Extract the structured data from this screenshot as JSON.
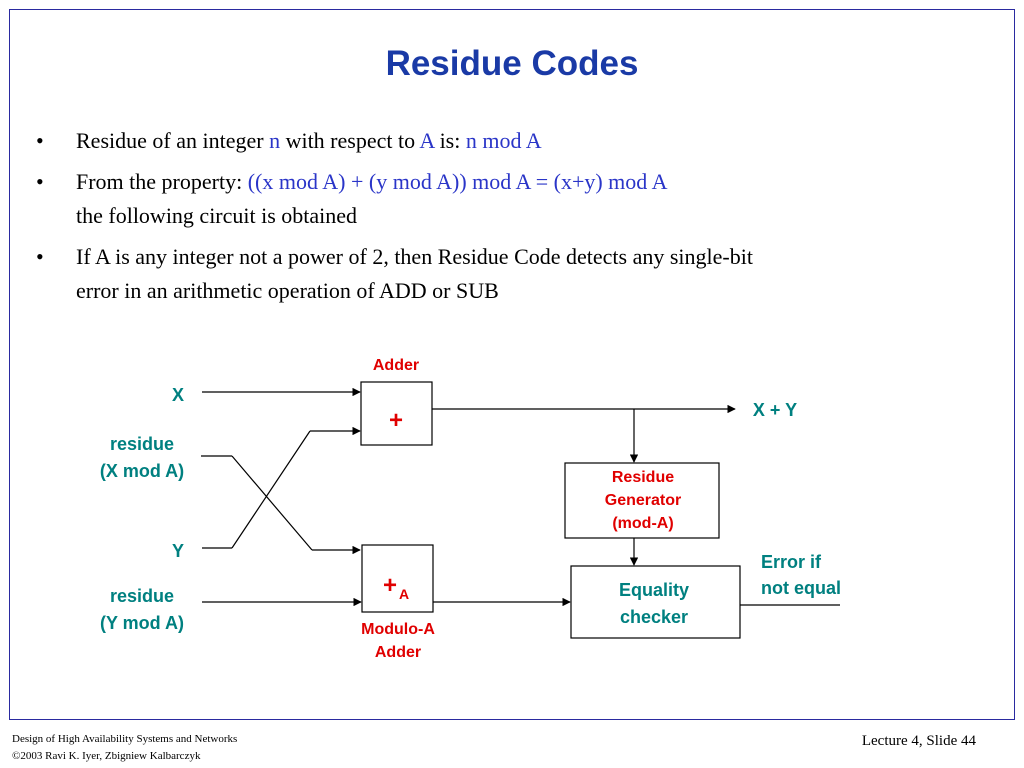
{
  "slide": {
    "title": "Residue Codes",
    "bullets": [
      {
        "seg1": "Residue of an integer ",
        "seg2": "n",
        "seg3": " with respect to ",
        "seg4": "A",
        "seg5": " is: ",
        "seg6": "n mod A"
      },
      {
        "seg1": "From the property: ",
        "seg2": "((x mod A) + (y mod A)) mod A = (x+y) mod A",
        "seg3": "the following circuit is obtained"
      },
      {
        "line1": "If A is any integer not a power of 2, then Residue Code detects any single-bit",
        "line2": "error in an arithmetic operation of ADD or SUB"
      }
    ]
  },
  "diagram": {
    "adder_label": "Adder",
    "adder_symbol": "+",
    "modulo_symbol": "+",
    "modulo_subscript": "A",
    "modulo_label_1": "Modulo-A",
    "modulo_label_2": "Adder",
    "input_x": "X",
    "input_residue_x_1": "residue",
    "input_residue_x_2": "(X mod A)",
    "input_y": "Y",
    "input_residue_y_1": "residue",
    "input_residue_y_2": "(Y mod A)",
    "output_sum": "X + Y",
    "residue_gen_1": "Residue",
    "residue_gen_2": "Generator",
    "residue_gen_3": "(mod-A)",
    "checker_1": "Equality",
    "checker_2": "checker",
    "error_1": "Error if",
    "error_2": "not equal",
    "colors": {
      "teal": "#008080",
      "red": "#e00000",
      "black": "#000000"
    }
  },
  "footer": {
    "course": "Design of High Availability Systems and Networks",
    "copyright": "©2003 Ravi K. Iyer, Zbigniew Kalbarczyk",
    "slide_ref": "Lecture 4, Slide 44"
  }
}
